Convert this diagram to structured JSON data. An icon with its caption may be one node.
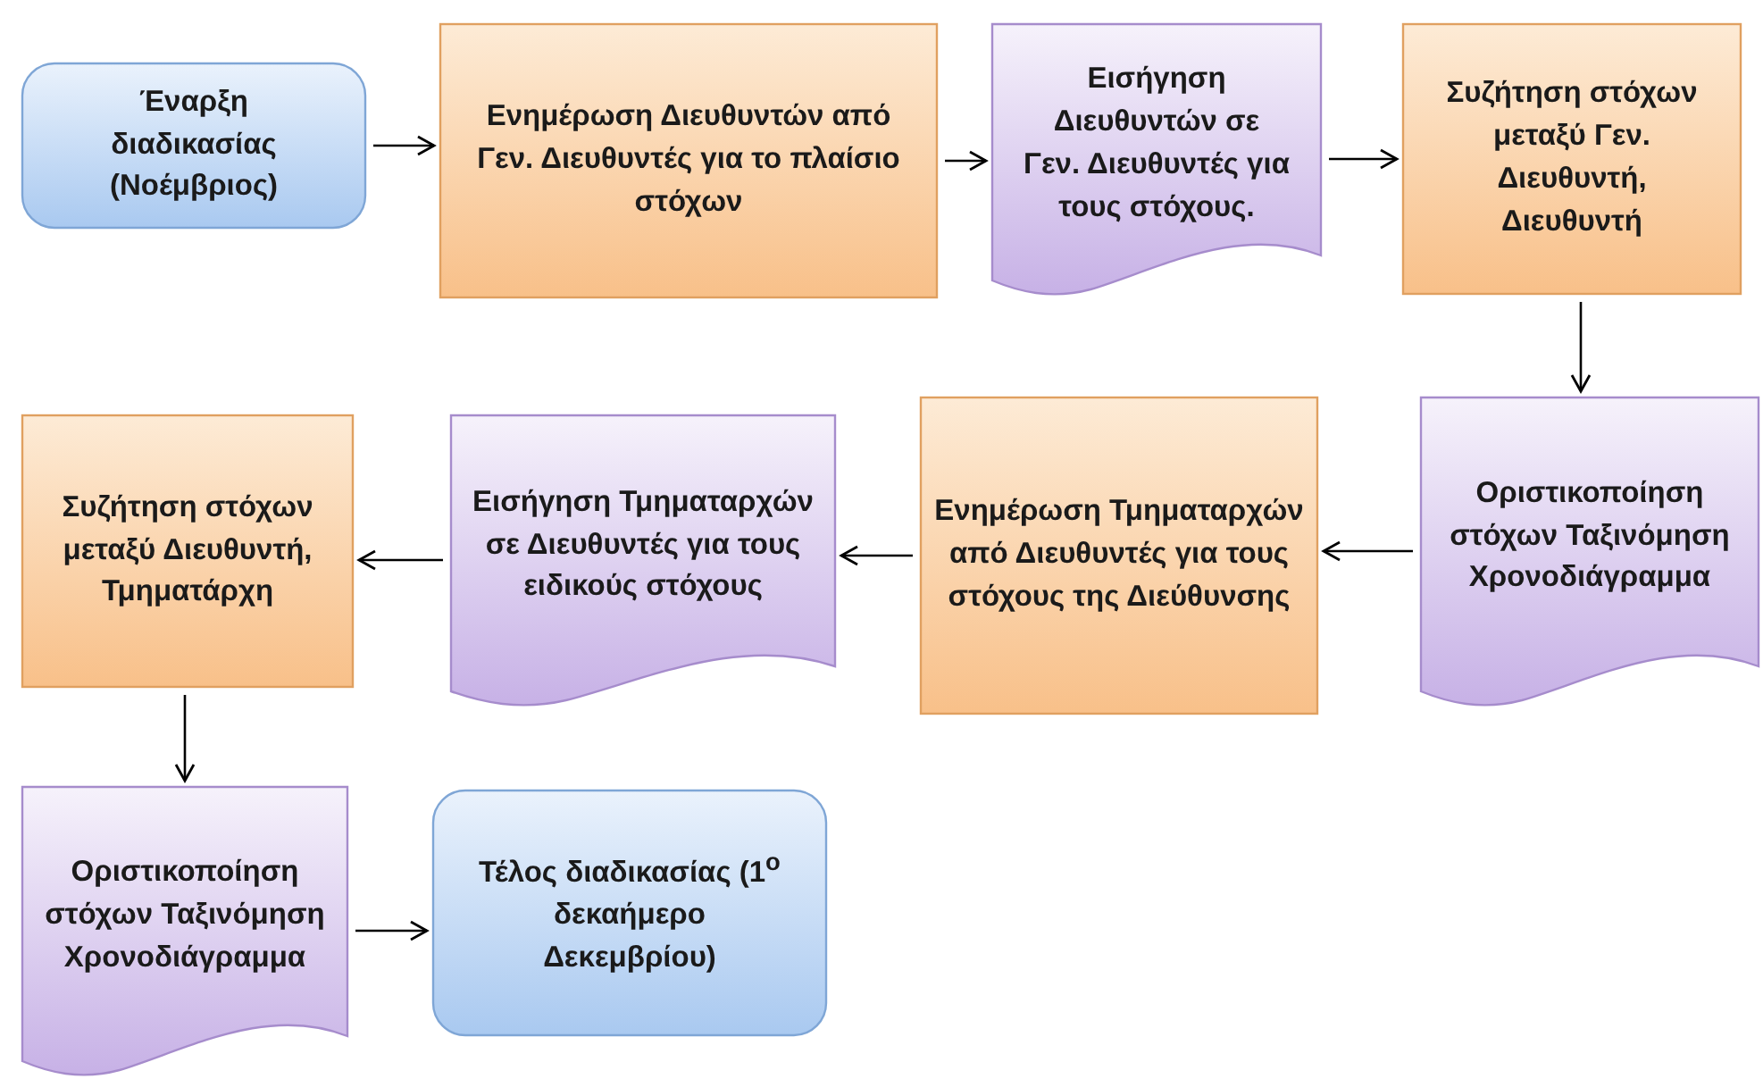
{
  "diagram": {
    "nodes": [
      {
        "text": [
          "Έναρξη διαδικασίας (Νοέμβριος)"
        ]
      },
      {
        "text": [
          "Ενημέρωση Διευθυντών από Γεν. Διευθυντές για το πλαίσιο στόχων"
        ]
      },
      {
        "text": [
          "Εισήγηση Διευθυντών σε Γεν. Διευθυντές για τους στόχους."
        ]
      },
      {
        "text": [
          "Συζήτηση στόχων μεταξύ Γεν. Διευθυντή, Διευθυντή"
        ]
      },
      {
        "text": [
          "Οριστικοποίηση στόχων Ταξινόμηση Χρονοδιάγραμμα"
        ]
      },
      {
        "text": [
          "Ενημέρωση Τμηματαρχών από Διευθυντές για τους στόχους της Διεύθυνσης"
        ]
      },
      {
        "text": [
          "Εισήγηση Τμηματαρχών σε Διευθυντές για τους ειδικούς στόχους"
        ]
      },
      {
        "text": [
          "Συζήτηση στόχων μεταξύ Διευθυντή, Τμηματάρχη"
        ]
      },
      {
        "text": [
          "Οριστικοποίηση στόχων Ταξινόμηση Χρονοδιάγραμμα"
        ]
      },
      {
        "text": [
          "Τέλος διαδικασίας (1$^{ο}$ δεκαήμερο Δεκεμβρίου)"
        ]
      }
    ],
    "edges": [
      {
        "from": 0,
        "to": 1,
        "arrow": "to"
      },
      {
        "from": 1,
        "to": 2,
        "arrow": "to"
      },
      {
        "from": 2,
        "to": 3,
        "arrow": "to"
      },
      {
        "from": 3,
        "to": 4,
        "arrow": "to"
      },
      {
        "from": 4,
        "to": 5,
        "arrow": "to"
      },
      {
        "from": 5,
        "to": 6,
        "arrow": "to"
      },
      {
        "from": 6,
        "to": 7,
        "arrow": "to"
      },
      {
        "from": 7,
        "to": 8,
        "arrow": "to"
      },
      {
        "from": 8,
        "to": 9,
        "arrow": "to"
      }
    ]
  }
}
